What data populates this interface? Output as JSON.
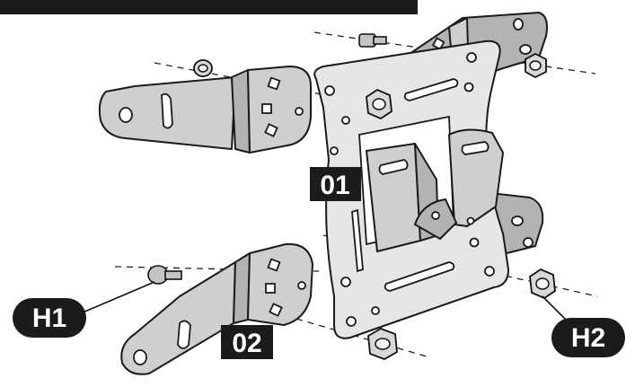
{
  "labels": {
    "part_01": "01",
    "part_02": "02",
    "hardware_h1": "H1",
    "hardware_h2": "H2"
  },
  "colors": {
    "metal": "#cfcfcf",
    "outline": "#1a1a1a",
    "label_background": "#1b1b1b",
    "label_text": "#ffffff"
  }
}
